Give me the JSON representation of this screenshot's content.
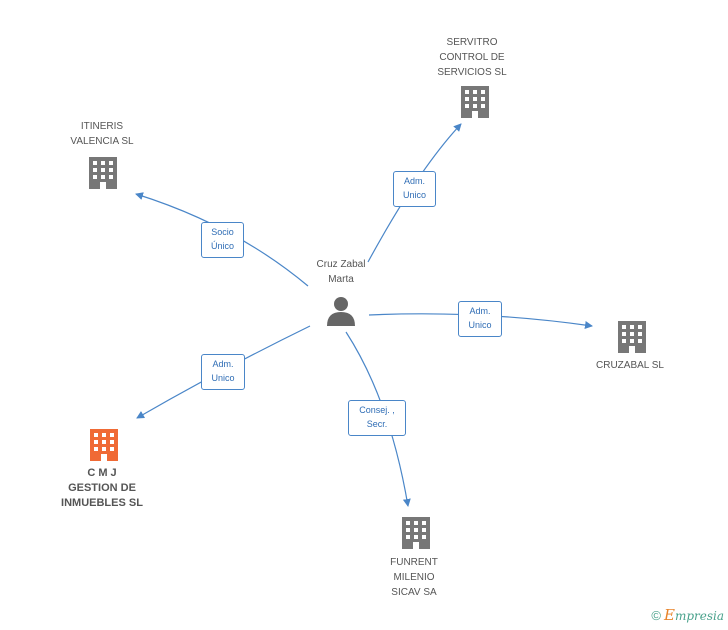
{
  "center": {
    "label": "Cruz Zabal\nMarta"
  },
  "companies": [
    {
      "id": "servitro",
      "label": "SERVITRO\nCONTROL DE\nSERVICIOS SL",
      "highlight": false
    },
    {
      "id": "itineris",
      "label": "ITINERIS\nVALENCIA SL",
      "highlight": false
    },
    {
      "id": "cruzabal",
      "label": "CRUZABAL SL",
      "highlight": false
    },
    {
      "id": "cmj",
      "label": "C M J\nGESTION DE\nINMUEBLES SL",
      "highlight": true
    },
    {
      "id": "funrent",
      "label": "FUNRENT\nMILENIO\nSICAV SA",
      "highlight": false
    }
  ],
  "relations": [
    {
      "target": "servitro",
      "label": "Adm.\nUnico"
    },
    {
      "target": "itineris",
      "label": "Socio\nÚnico"
    },
    {
      "target": "cruzabal",
      "label": "Adm.\nUnico"
    },
    {
      "target": "cmj",
      "label": "Adm.\nUnico"
    },
    {
      "target": "funrent",
      "label": "Consej. ,\nSecr."
    }
  ],
  "colors": {
    "edge": "#4a86c8",
    "building": "#777777",
    "highlight": "#f06a35",
    "person": "#666666"
  },
  "footer": {
    "copyright": "©",
    "brand_initial": "E",
    "brand_rest": "mpresia"
  }
}
